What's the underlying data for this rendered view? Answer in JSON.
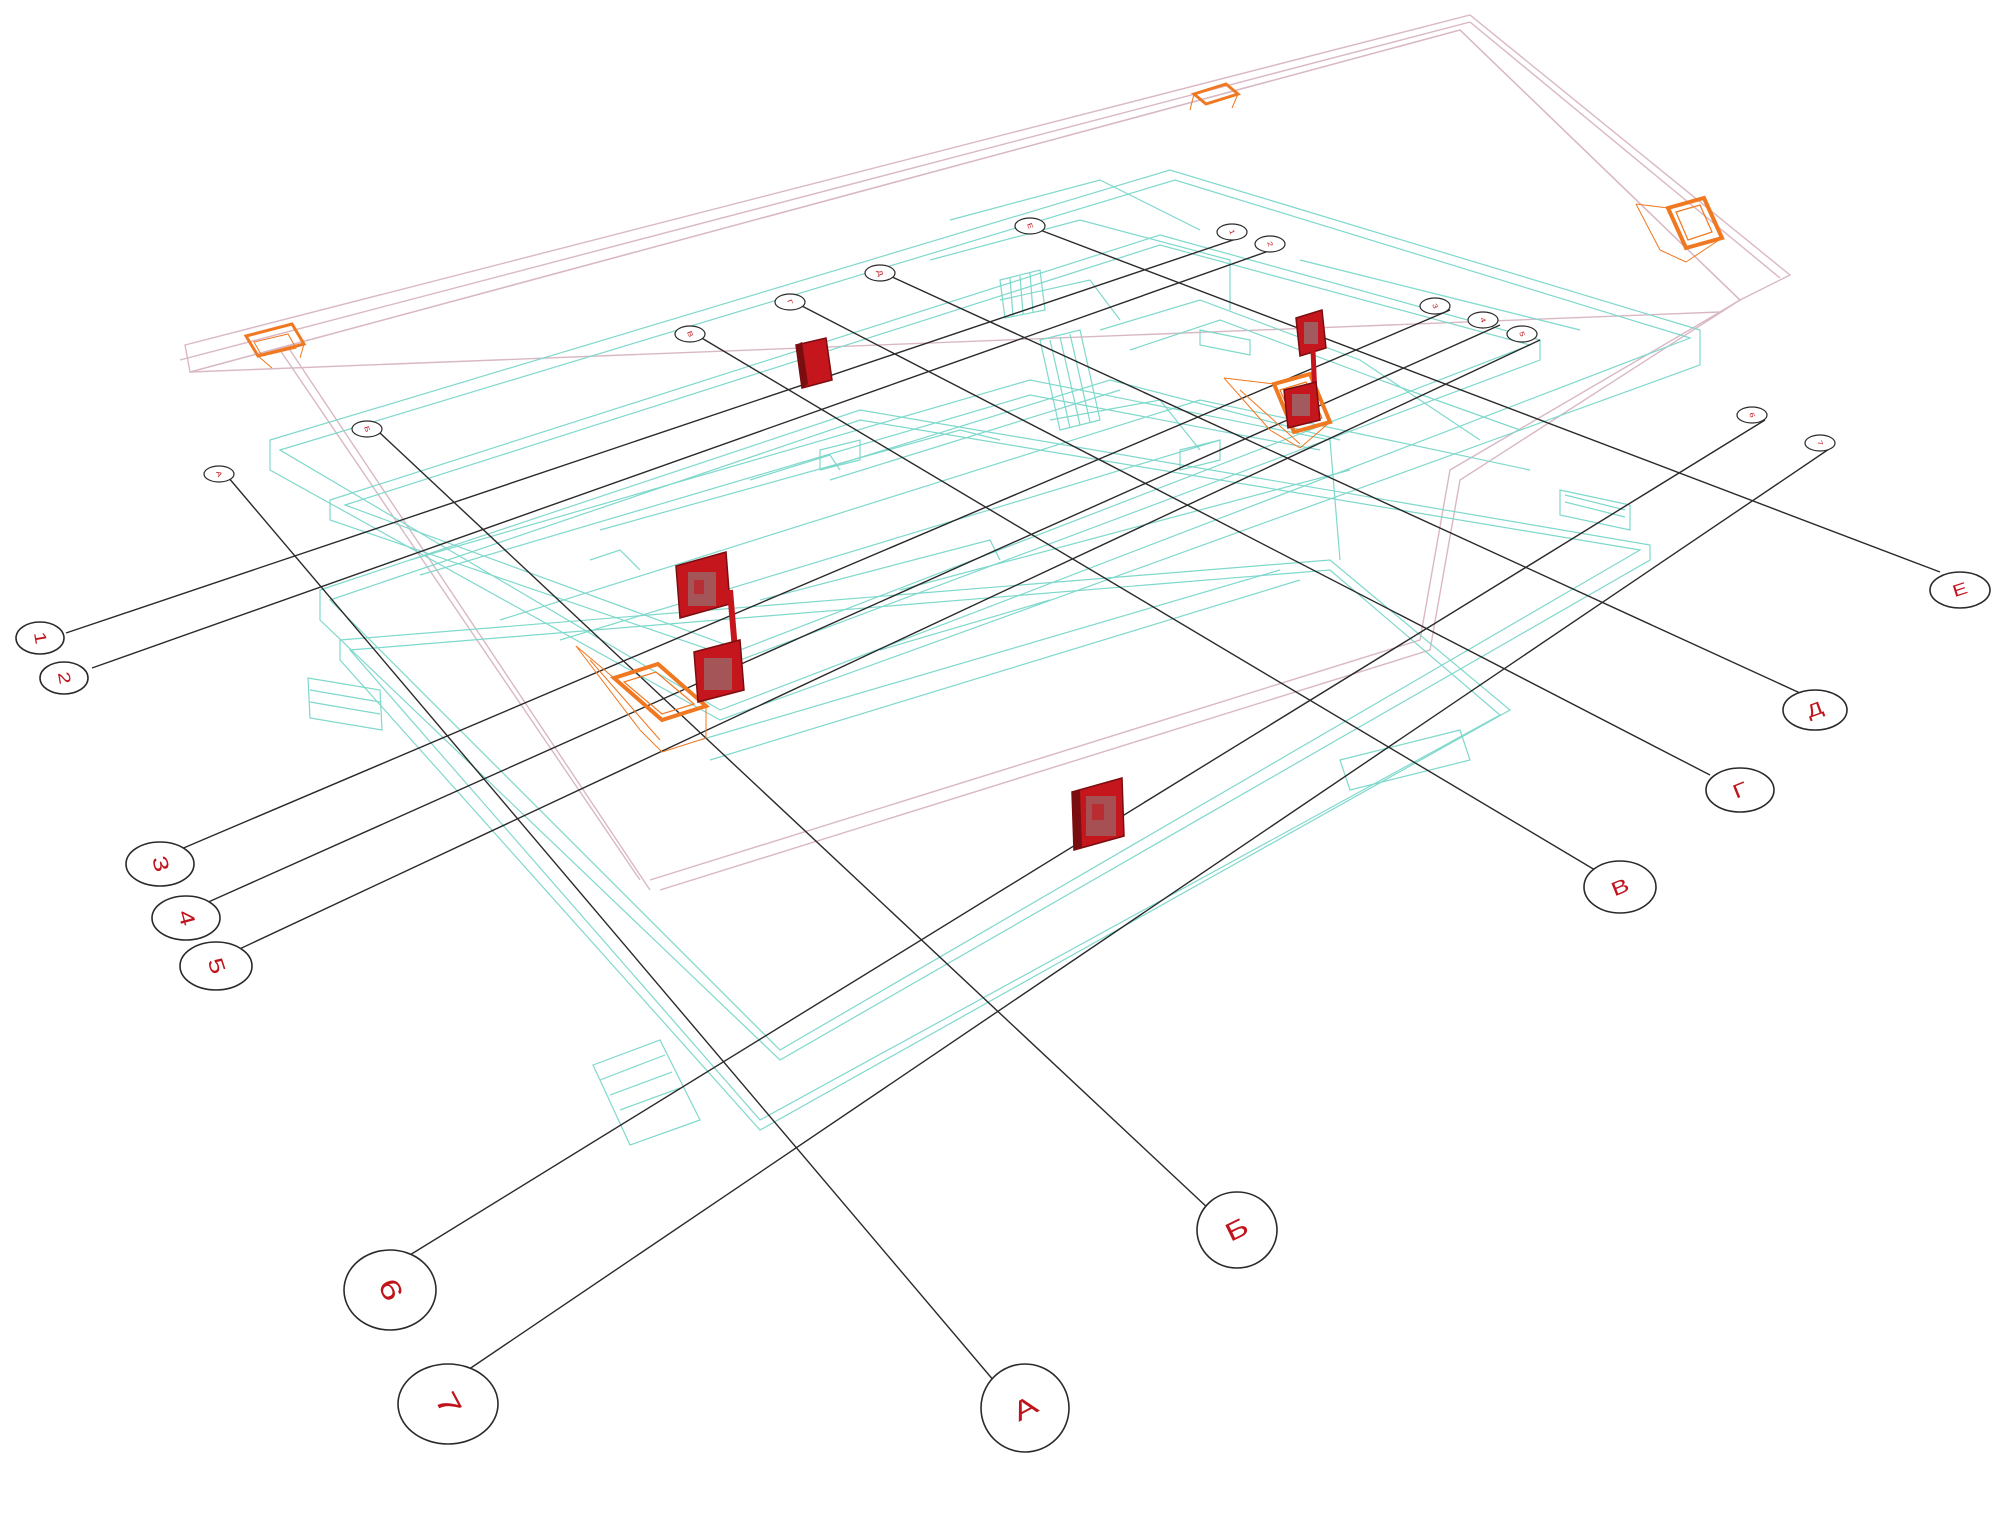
{
  "colors": {
    "background": "#ffffff",
    "roof_outline": "#d9b8c4",
    "floor_outline": "#7fd8cc",
    "axis_line": "#2a2a2a",
    "bubble_stroke": "#2a2a2a",
    "bubble_text": "#c0141c",
    "equipment_red": "#c4161c",
    "equipment_dark": "#7a0d10",
    "hatch_orange": "#f07820"
  },
  "icons": {
    "fire_cabinet": "fire-hose-cabinet-icon",
    "roof_hatch": "roof-hatch-icon"
  },
  "grid_axes": {
    "numeric": [
      "1",
      "2",
      "3",
      "4",
      "5",
      "6",
      "7"
    ],
    "letter": [
      "А",
      "Б",
      "В",
      "Г",
      "Д",
      "Е"
    ]
  },
  "far_markers": {
    "numeric": [
      "1",
      "2",
      "3",
      "4",
      "5",
      "6",
      "7"
    ],
    "letter": [
      "А",
      "Б",
      "В",
      "Г",
      "Д",
      "Е"
    ]
  }
}
